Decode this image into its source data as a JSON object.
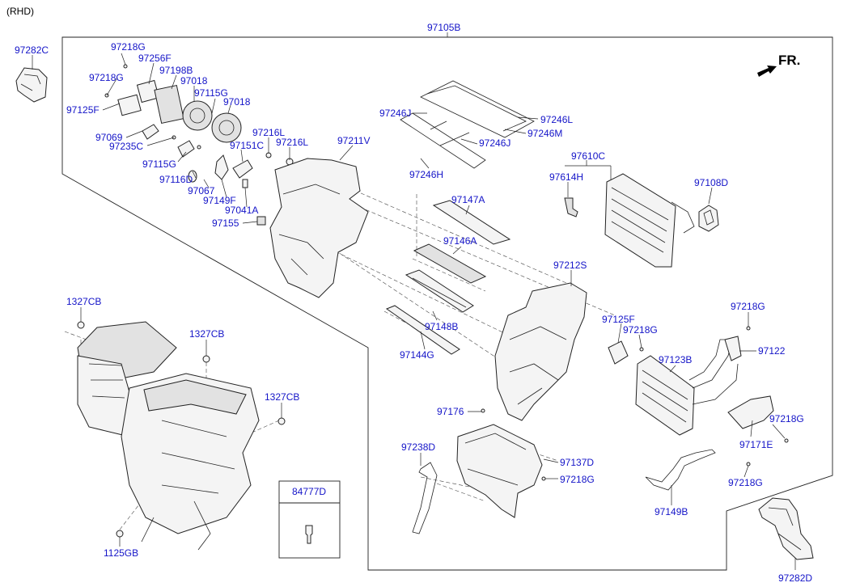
{
  "variant": "(RHD)",
  "direction": "FR.",
  "labels": {
    "l97105B": "97105B",
    "l97282C": "97282C",
    "l97218G_a": "97218G",
    "l97256F": "97256F",
    "l97218G_b": "97218G",
    "l97198B": "97198B",
    "l97018_a": "97018",
    "l97115G_a": "97115G",
    "l97018_b": "97018",
    "l97125F_a": "97125F",
    "l97069": "97069",
    "l97235C": "97235C",
    "l97216L_a": "97216L",
    "l97216L_b": "97216L",
    "l97151C": "97151C",
    "l97211V": "97211V",
    "l97115G_b": "97115G",
    "l97116D": "97116D",
    "l97067": "97067",
    "l97149F": "97149F",
    "l97041A": "97041A",
    "l97155": "97155",
    "l97246J_a": "97246J",
    "l97246L": "97246L",
    "l97246M": "97246M",
    "l97246J_b": "97246J",
    "l97246H": "97246H",
    "l97610C": "97610C",
    "l97614H": "97614H",
    "l97108D": "97108D",
    "l97147A": "97147A",
    "l97146A": "97146A",
    "l97212S": "97212S",
    "l97148B": "97148B",
    "l97144G": "97144G",
    "l97125F_b": "97125F",
    "l97218G_c": "97218G",
    "l97218G_d": "97218G",
    "l97122": "97122",
    "l97123B": "97123B",
    "l97176": "97176",
    "l97218G_e": "97218G",
    "l97171E": "97171E",
    "l97238D": "97238D",
    "l97137D": "97137D",
    "l97218G_f": "97218G",
    "l97218G_g": "97218G",
    "l97149B": "97149B",
    "l97282D": "97282D",
    "l1327CB_a": "1327CB",
    "l1327CB_b": "1327CB",
    "l1327CB_c": "1327CB",
    "l1125GB": "1125GB",
    "l84777D": "84777D"
  }
}
